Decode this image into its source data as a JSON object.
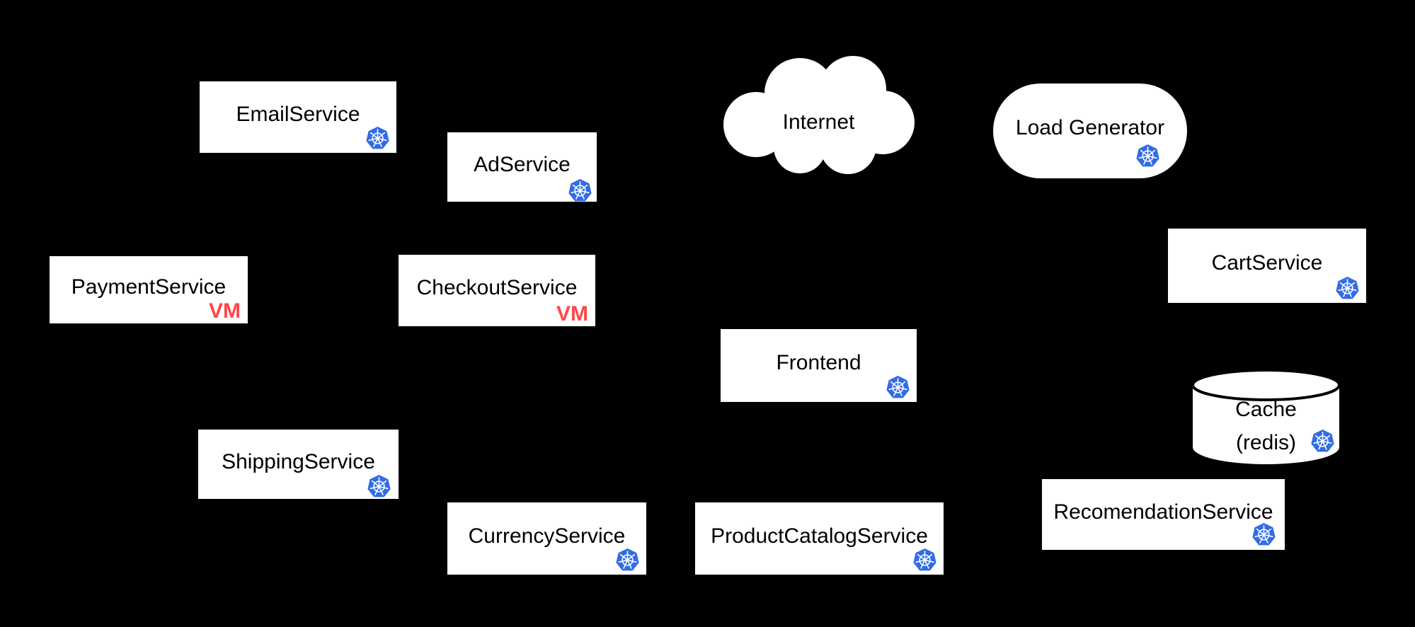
{
  "diagram": {
    "background_color": "#000000",
    "node_fill_color": "#ffffff",
    "text_color": "#000000",
    "kubernetes_icon_color": "#326ce5",
    "vm_badge_color": "#ff4747",
    "nodes": [
      {
        "id": "email-service",
        "label": "EmailService",
        "shape": "rectangle",
        "icon": "kubernetes-icon"
      },
      {
        "id": "ad-service",
        "label": "AdService",
        "shape": "rectangle",
        "icon": "kubernetes-icon"
      },
      {
        "id": "internet",
        "label": "Internet",
        "shape": "cloud"
      },
      {
        "id": "load-generator",
        "label": "Load Generator",
        "shape": "rounded",
        "icon": "kubernetes-icon"
      },
      {
        "id": "payment-service",
        "label": "PaymentService",
        "shape": "rectangle",
        "badge": "VM"
      },
      {
        "id": "checkout-service",
        "label": "CheckoutService",
        "shape": "rectangle",
        "badge": "VM"
      },
      {
        "id": "cart-service",
        "label": "CartService",
        "shape": "rectangle",
        "icon": "kubernetes-icon"
      },
      {
        "id": "frontend",
        "label": "Frontend",
        "shape": "rectangle",
        "icon": "kubernetes-icon"
      },
      {
        "id": "cache-redis",
        "label": "Cache (redis)",
        "line1": "Cache",
        "line2": "(redis)",
        "shape": "cylinder",
        "icon": "kubernetes-icon"
      },
      {
        "id": "shipping-service",
        "label": "ShippingService",
        "shape": "rectangle",
        "icon": "kubernetes-icon"
      },
      {
        "id": "currency-service",
        "label": "CurrencyService",
        "shape": "rectangle",
        "icon": "kubernetes-icon"
      },
      {
        "id": "product-catalog-service",
        "label": "ProductCatalogService",
        "shape": "rectangle",
        "icon": "kubernetes-icon"
      },
      {
        "id": "recomendation-service",
        "label": "RecomendationService",
        "shape": "rectangle",
        "icon": "kubernetes-icon"
      }
    ]
  }
}
